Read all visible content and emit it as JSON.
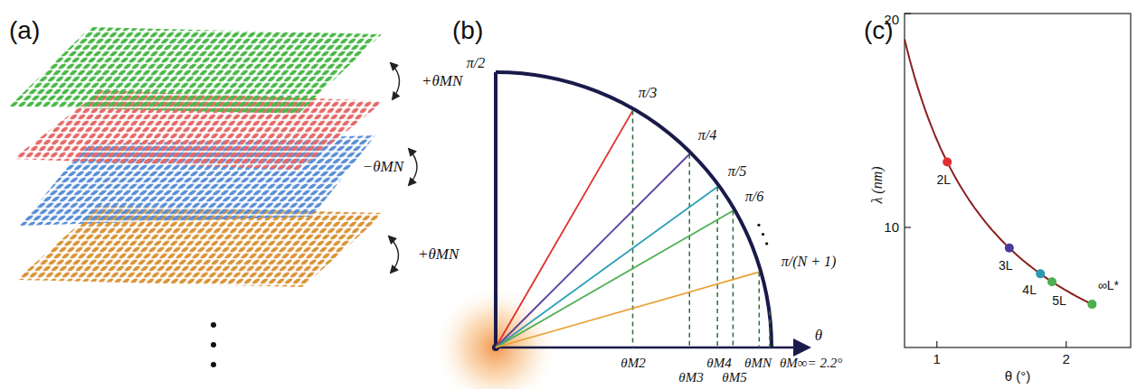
{
  "diagram": {
    "labels": [
      "(a)",
      "+θMN",
      "−θMN",
      "+θMN",
      "(b)",
      "π/2",
      "π/3",
      "π/4",
      "π/5",
      "π/6",
      "π/(N + 1)",
      "θ",
      "θM2",
      "θM3",
      "θM4",
      "θM5",
      "θMN",
      "θM∞= 2.2°",
      "(c)",
      "20",
      "10",
      "1",
      "2",
      "λ (nm)",
      "θ (°)",
      "2L",
      "3L",
      "4L",
      "5L",
      "∞L*"
    ]
  }
}
